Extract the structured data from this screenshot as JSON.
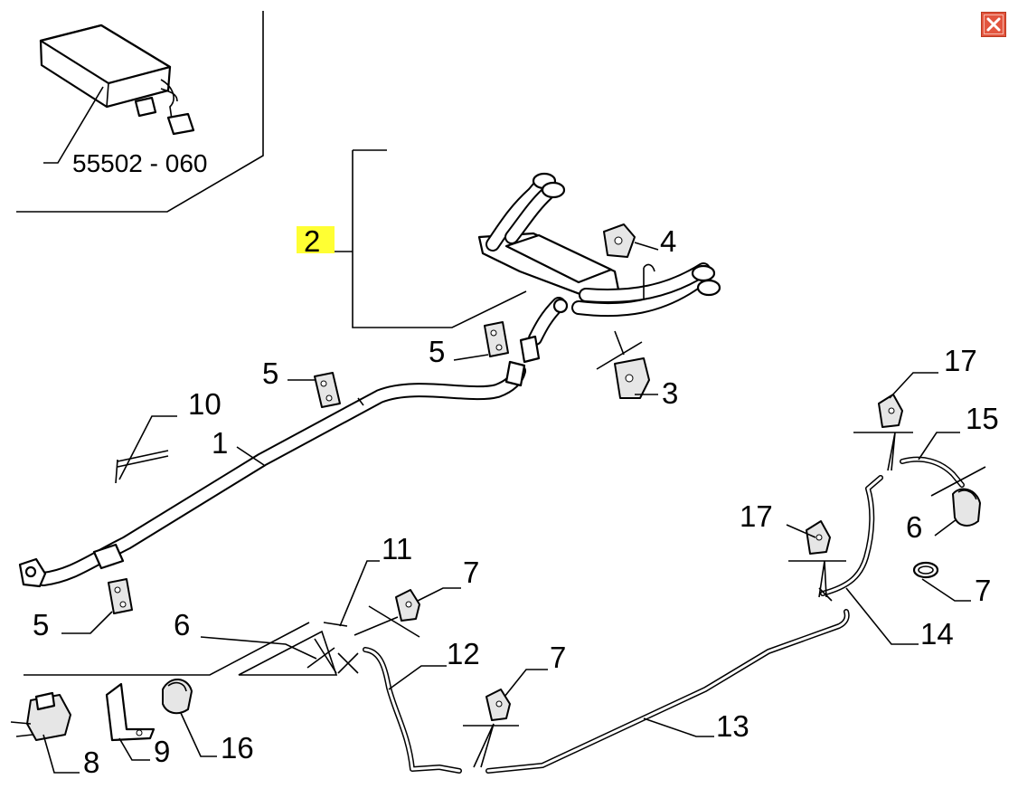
{
  "window": {
    "close_icon": "close-icon",
    "close_color": "#e2553f"
  },
  "inset": {
    "part_number": "55502 - 060"
  },
  "highlight_color": "#ffff33",
  "callouts": {
    "c1": "1",
    "c2": "2",
    "c3": "3",
    "c4": "4",
    "c5a": "5",
    "c5b": "5",
    "c5c": "5",
    "c6a": "6",
    "c6b": "6",
    "c7a": "7",
    "c7b": "7",
    "c7c": "7",
    "c8": "8",
    "c9": "9",
    "c10": "10",
    "c11": "11",
    "c12": "12",
    "c13": "13",
    "c14": "14",
    "c15": "15",
    "c16": "16",
    "c17a": "17",
    "c17b": "17"
  }
}
